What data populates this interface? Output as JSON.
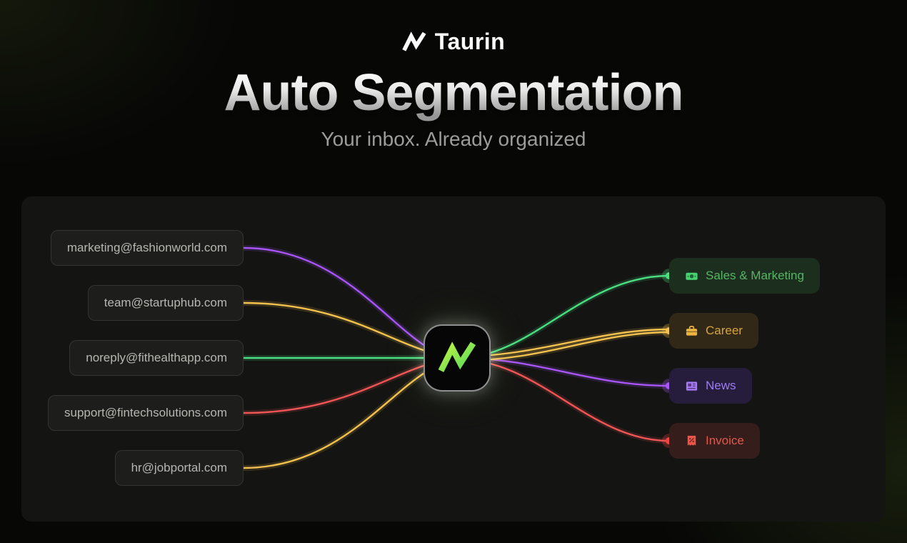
{
  "brand": {
    "name": "Taurin",
    "logo_icon": "taurin-bolt-icon",
    "accent": "#b6f03c"
  },
  "hero": {
    "title": "Auto Segmentation",
    "subtitle": "Your inbox. Already organized"
  },
  "diagram": {
    "center_node": {
      "icon": "taurin-bolt-icon",
      "accent": "#9ae23c"
    },
    "emails": [
      {
        "address": "marketing@fashionworld.com"
      },
      {
        "address": "team@startuphub.com"
      },
      {
        "address": "noreply@fithealthapp.com"
      },
      {
        "address": "support@fintechsolutions.com"
      },
      {
        "address": "hr@jobportal.com"
      }
    ],
    "categories": [
      {
        "label": "Sales & Marketing",
        "icon": "banknote-icon",
        "color": "#4ade80"
      },
      {
        "label": "Career",
        "icon": "briefcase-icon",
        "color": "#f2c14e"
      },
      {
        "label": "News",
        "icon": "newspaper-icon",
        "color": "#a855f7"
      },
      {
        "label": "Invoice",
        "icon": "receipt-icon",
        "color": "#ef4444"
      }
    ],
    "edges": [
      {
        "from": "marketing@fashionworld.com",
        "to": "News",
        "color": "#a855f7"
      },
      {
        "from": "team@startuphub.com",
        "to": "Career",
        "color": "#f2c14e"
      },
      {
        "from": "noreply@fithealthapp.com",
        "to": "Sales & Marketing",
        "color": "#4ade80"
      },
      {
        "from": "support@fintechsolutions.com",
        "to": "Invoice",
        "color": "#ef5555"
      },
      {
        "from": "hr@jobportal.com",
        "to": "Career",
        "color": "#f2c14e"
      }
    ]
  }
}
